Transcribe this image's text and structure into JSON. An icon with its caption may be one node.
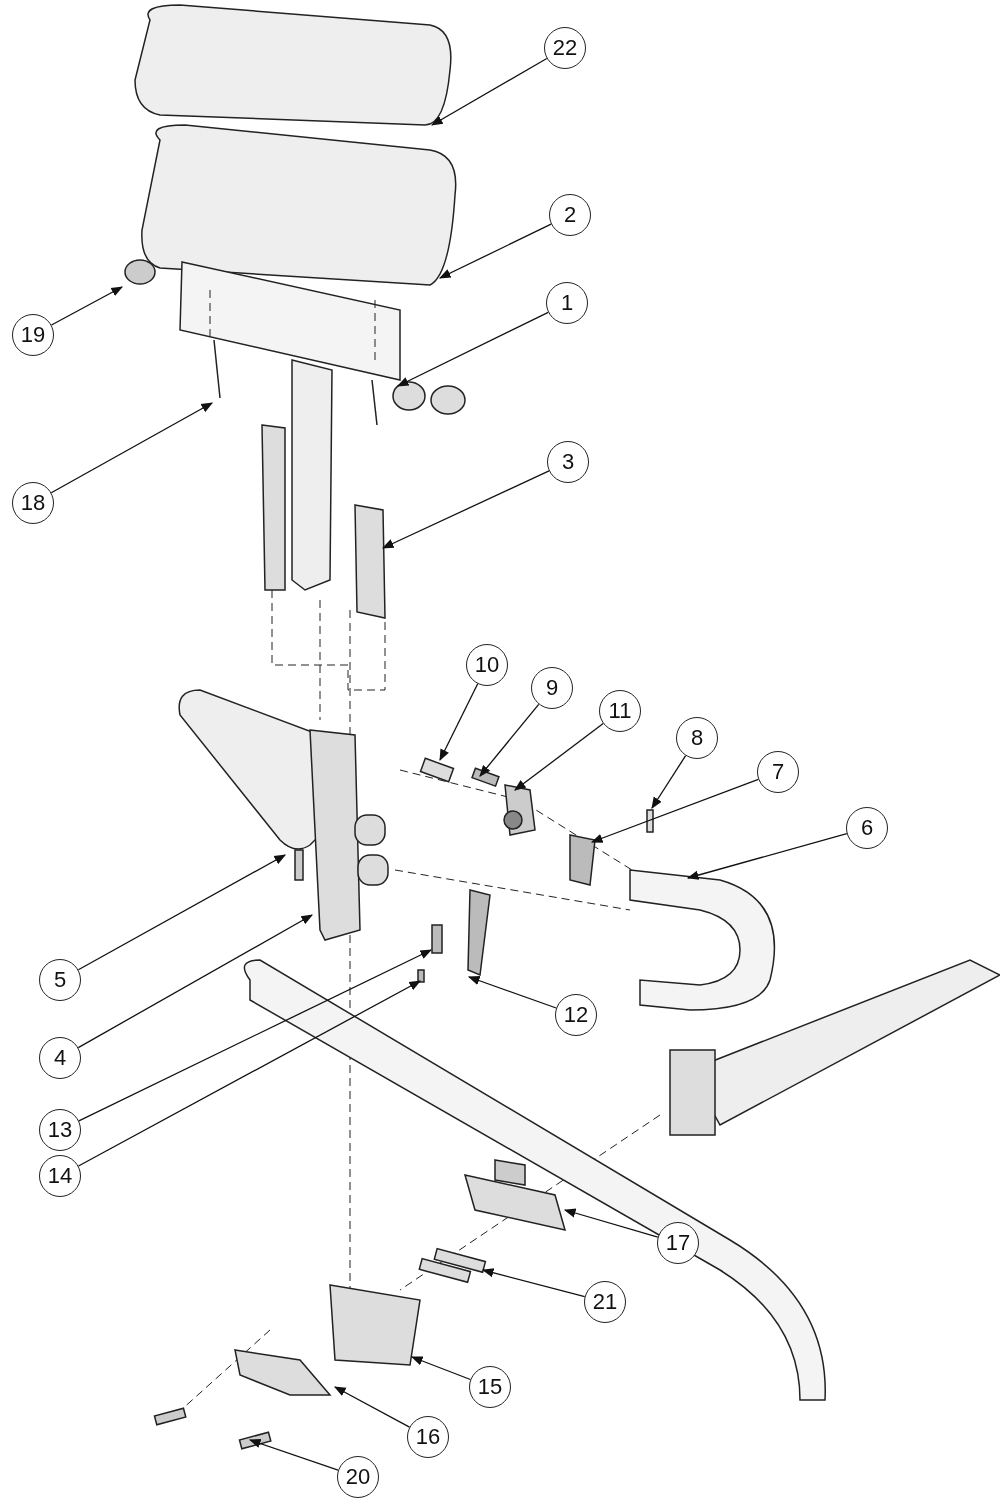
{
  "diagram": {
    "nodes": [
      {
        "text": [
          "22"
        ]
      },
      {
        "text": [
          "2"
        ]
      },
      {
        "text": [
          "19"
        ]
      },
      {
        "text": [
          "1"
        ]
      },
      {
        "text": [
          "18"
        ]
      },
      {
        "text": [
          "3"
        ]
      },
      {
        "text": [
          "10"
        ]
      },
      {
        "text": [
          "9"
        ]
      },
      {
        "text": [
          "11"
        ]
      },
      {
        "text": [
          "8"
        ]
      },
      {
        "text": [
          "7"
        ]
      },
      {
        "text": [
          "6"
        ]
      },
      {
        "text": [
          "5"
        ]
      },
      {
        "text": [
          "12"
        ]
      },
      {
        "text": [
          "4"
        ]
      },
      {
        "text": [
          "13"
        ]
      },
      {
        "text": [
          "14"
        ]
      },
      {
        "text": [
          "17"
        ]
      },
      {
        "text": [
          "21"
        ]
      },
      {
        "text": [
          "15"
        ]
      },
      {
        "text": [
          "16"
        ]
      },
      {
        "text": [
          "20"
        ]
      }
    ],
    "edges": [
      {
        "from": 0,
        "to": null,
        "arrow": "to"
      },
      {
        "from": 1,
        "to": null,
        "arrow": "to"
      },
      {
        "from": 2,
        "to": null,
        "arrow": "to"
      },
      {
        "from": 3,
        "to": null,
        "arrow": "to"
      },
      {
        "from": 4,
        "to": null,
        "arrow": "to"
      },
      {
        "from": 5,
        "to": null,
        "arrow": "to"
      },
      {
        "from": 6,
        "to": null,
        "arrow": "to"
      },
      {
        "from": 7,
        "to": null,
        "arrow": "to"
      },
      {
        "from": 8,
        "to": null,
        "arrow": "to"
      },
      {
        "from": 9,
        "to": null,
        "arrow": "to"
      },
      {
        "from": 10,
        "to": null,
        "arrow": "to"
      },
      {
        "from": 11,
        "to": null,
        "arrow": "to"
      },
      {
        "from": 12,
        "to": null,
        "arrow": "to"
      },
      {
        "from": 13,
        "to": null,
        "arrow": "to"
      },
      {
        "from": 14,
        "to": null,
        "arrow": "to"
      },
      {
        "from": 15,
        "to": null,
        "arrow": "to"
      },
      {
        "from": 16,
        "to": null,
        "arrow": "to"
      },
      {
        "from": 17,
        "to": null,
        "arrow": "to"
      },
      {
        "from": 18,
        "to": null,
        "arrow": "to"
      },
      {
        "from": 19,
        "to": null,
        "arrow": "to"
      },
      {
        "from": 20,
        "to": null,
        "arrow": "to"
      },
      {
        "from": 21,
        "to": null,
        "arrow": "to"
      }
    ]
  }
}
